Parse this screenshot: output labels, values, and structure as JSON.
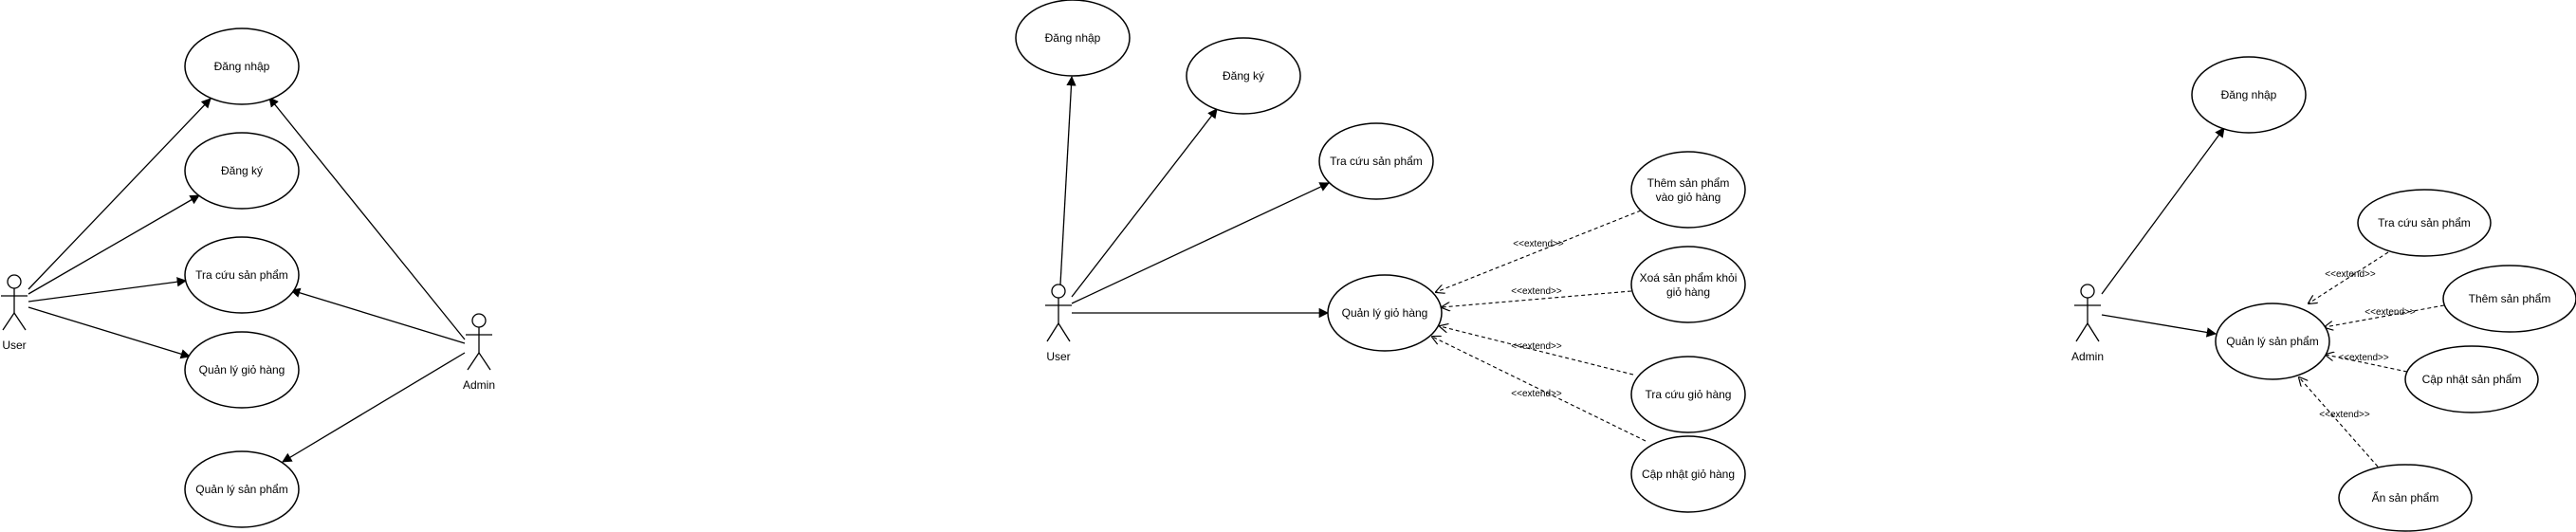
{
  "diagrams": [
    {
      "actors": [
        {
          "label": "User"
        },
        {
          "label": "Admin"
        }
      ],
      "use_cases": [
        {
          "label": "Đăng nhập"
        },
        {
          "label": "Đăng ký"
        },
        {
          "label": "Tra cứu sản phẩm"
        },
        {
          "label": "Quản lý giỏ hàng"
        },
        {
          "label": "Quản lý sản phẩm"
        }
      ]
    },
    {
      "actors": [
        {
          "label": "User"
        }
      ],
      "use_cases": [
        {
          "label": "Đăng nhập"
        },
        {
          "label": "Đăng ký"
        },
        {
          "label": "Tra cứu sản phẩm"
        },
        {
          "label": "Quản lý giỏ hàng"
        },
        {
          "label_lines": [
            "Thêm sản phẩm",
            "vào giỏ hàng"
          ]
        },
        {
          "label_lines": [
            "Xoá sản phẩm khỏi",
            "giỏ hàng"
          ]
        },
        {
          "label": "Tra cứu giỏ hàng"
        },
        {
          "label": "Cập nhật giỏ hàng"
        }
      ],
      "extend_label": "<<extend>>"
    },
    {
      "actors": [
        {
          "label": "Admin"
        }
      ],
      "use_cases": [
        {
          "label": "Đăng nhập"
        },
        {
          "label": "Quản lý sản phẩm"
        },
        {
          "label": "Tra cứu sản phẩm"
        },
        {
          "label": "Thêm sản phẩm"
        },
        {
          "label": "Cập nhật sản phẩm"
        },
        {
          "label": "Ẩn sản phẩm"
        }
      ],
      "extend_label": "<<extend>>"
    }
  ]
}
